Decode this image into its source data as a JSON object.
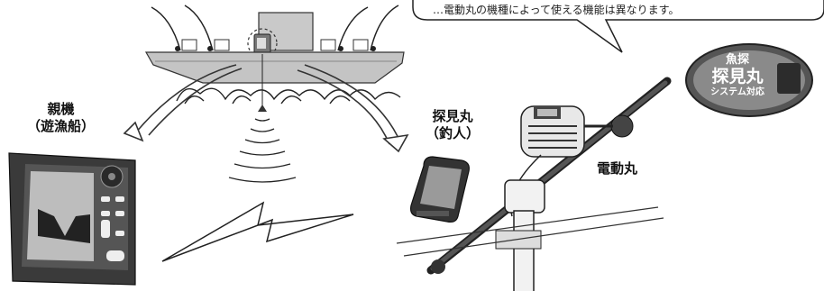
{
  "labels": {
    "parent": "親機",
    "parent_sub": "（遊漁船）",
    "tanken": "探見丸",
    "tanken_sub": "（釣人）",
    "dendo": "電動丸"
  },
  "bubble": {
    "text": "…電動丸の機種によって使える機能は異なります。"
  },
  "badge": {
    "line1": "魚探",
    "line2": "探見丸",
    "line3": "システム対応"
  }
}
